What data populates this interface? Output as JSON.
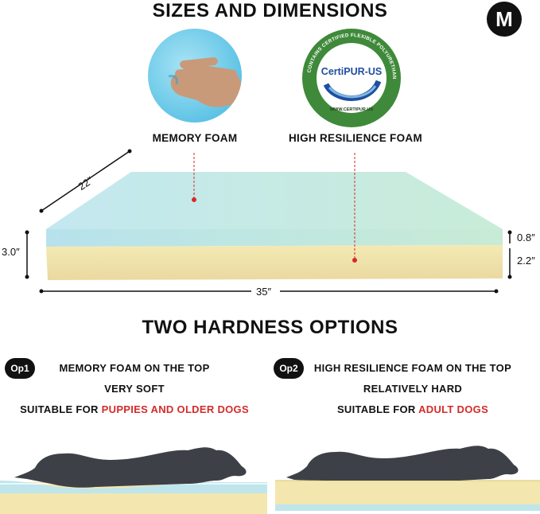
{
  "header": {
    "title": "SIZES AND DIMENSIONS",
    "size_badge": "M"
  },
  "materials": {
    "memory_foam_label": "MEMORY FOAM",
    "hr_foam_label": "HIGH RESILIENCE FOAM",
    "certification": {
      "brand": "CertiPUR-US",
      "ring_text": "CONTAINS CERTIFIED FLEXIBLE POLYURETHANE FOAM",
      "url": "WWW.CERTIPUR.US"
    }
  },
  "dimensions": {
    "depth": "22″",
    "height": "3.0″",
    "width": "35″",
    "top_layer": "0.8″",
    "bottom_layer": "2.2″"
  },
  "options": {
    "title": "TWO HARDNESS OPTIONS",
    "op1": {
      "badge": "Op1",
      "line1": "MEMORY FOAM ON THE TOP",
      "line2": "VERY SOFT",
      "line3_prefix": "SUITABLE FOR ",
      "line3_highlight": "PUPPIES AND OLDER DOGS"
    },
    "op2": {
      "badge": "Op2",
      "line1": "HIGH RESILIENCE FOAM ON THE TOP",
      "line2": "RELATIVELY HARD",
      "line3_prefix": "SUITABLE FOR ",
      "line3_highlight": "ADULT DOGS"
    }
  },
  "colors": {
    "memory_foam": "#bfe6ec",
    "hr_foam": "#f3e6ae",
    "dog": "#3d4147",
    "highlight": "#d42b2b"
  }
}
